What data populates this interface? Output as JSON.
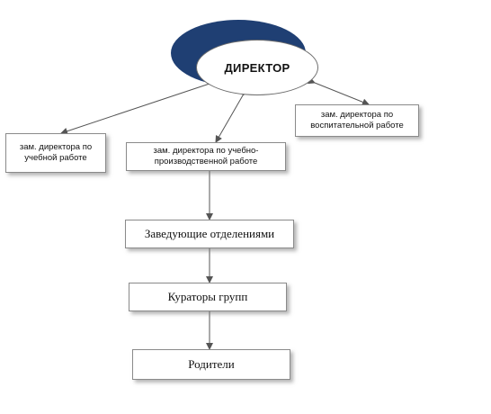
{
  "director": {
    "label": "ДИРЕКТОР"
  },
  "deputies": {
    "academic": "зам. директора по учебной работе",
    "production": "зам. директора по учебно-производственной работе",
    "educational": "зам. директора по воспитательной работе"
  },
  "chain": {
    "heads": "Заведующие отделениями",
    "curators": "Кураторы групп",
    "parents": "Родители"
  },
  "colors": {
    "ellipse_shadow": "#1f3f73",
    "line": "#555555",
    "box_border": "#8a8a8a"
  }
}
